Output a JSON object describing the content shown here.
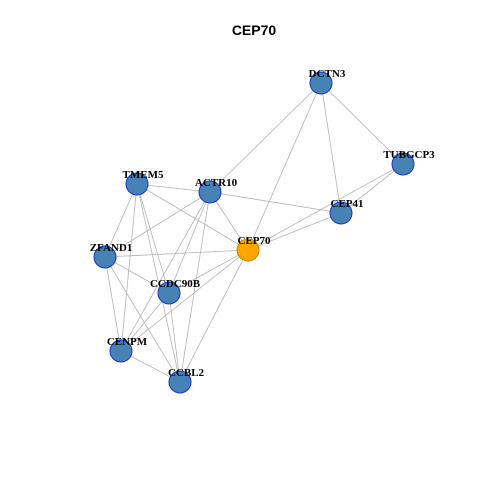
{
  "title": "CEP70",
  "colors": {
    "node_fill": "#4682b4",
    "node_stroke": "#1a33cc",
    "focus_fill": "#ffa500",
    "focus_stroke": "#cc8400",
    "edge": "#b4b4b4"
  },
  "nodes": [
    {
      "id": "DCTN3",
      "label": "DCTN3",
      "focus": false
    },
    {
      "id": "TUBGCP3",
      "label": "TUBGCP3",
      "focus": false
    },
    {
      "id": "TMEM5",
      "label": "TMEM5",
      "focus": false
    },
    {
      "id": "ACTR10",
      "label": "ACTR10",
      "focus": false
    },
    {
      "id": "CEP41",
      "label": "CEP41",
      "focus": false
    },
    {
      "id": "CEP70",
      "label": "CEP70",
      "focus": true
    },
    {
      "id": "ZFAND1",
      "label": "ZFAND1",
      "focus": false
    },
    {
      "id": "CCDC90B",
      "label": "CCDC90B",
      "focus": false
    },
    {
      "id": "CENPM",
      "label": "CENPM",
      "focus": false
    },
    {
      "id": "CCBL2",
      "label": "CCBL2",
      "focus": false
    }
  ],
  "edges": [
    [
      "DCTN3",
      "TUBGCP3"
    ],
    [
      "DCTN3",
      "CEP41"
    ],
    [
      "DCTN3",
      "CEP70"
    ],
    [
      "DCTN3",
      "ACTR10"
    ],
    [
      "TUBGCP3",
      "CEP41"
    ],
    [
      "TUBGCP3",
      "CEP70"
    ],
    [
      "TMEM5",
      "ACTR10"
    ],
    [
      "TMEM5",
      "ZFAND1"
    ],
    [
      "TMEM5",
      "CCDC90B"
    ],
    [
      "TMEM5",
      "CENPM"
    ],
    [
      "TMEM5",
      "CCBL2"
    ],
    [
      "TMEM5",
      "CEP70"
    ],
    [
      "ACTR10",
      "CEP41"
    ],
    [
      "ACTR10",
      "CEP70"
    ],
    [
      "ACTR10",
      "ZFAND1"
    ],
    [
      "ACTR10",
      "CCDC90B"
    ],
    [
      "ACTR10",
      "CENPM"
    ],
    [
      "ACTR10",
      "CCBL2"
    ],
    [
      "CEP41",
      "CEP70"
    ],
    [
      "CEP70",
      "ZFAND1"
    ],
    [
      "CEP70",
      "CCDC90B"
    ],
    [
      "CEP70",
      "CENPM"
    ],
    [
      "CEP70",
      "CCBL2"
    ],
    [
      "ZFAND1",
      "CCDC90B"
    ],
    [
      "ZFAND1",
      "CENPM"
    ],
    [
      "ZFAND1",
      "CCBL2"
    ],
    [
      "CCDC90B",
      "CENPM"
    ],
    [
      "CCDC90B",
      "CCBL2"
    ],
    [
      "CENPM",
      "CCBL2"
    ]
  ]
}
